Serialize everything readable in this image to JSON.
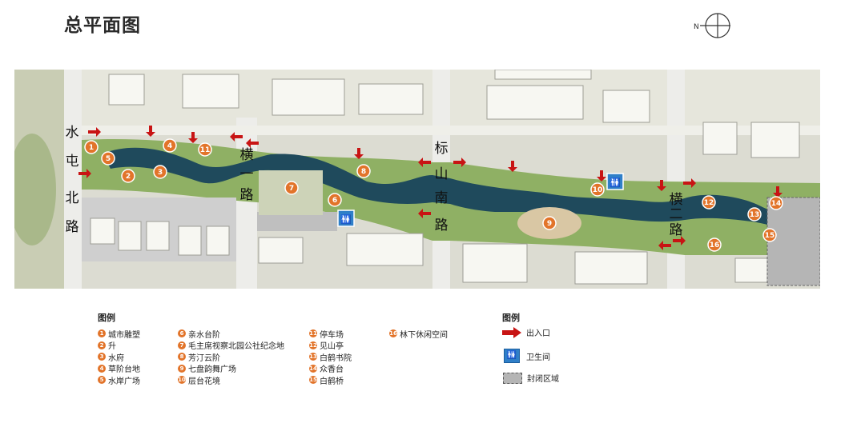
{
  "title": "总平面图",
  "compass_letter": "N",
  "roads": {
    "shuitun": [
      "水",
      "屯",
      "北",
      "路"
    ],
    "heng1": [
      "横",
      "一",
      "路"
    ],
    "biaoshan": [
      "标",
      "山",
      "南",
      "路"
    ],
    "heng2": [
      "横",
      "二",
      "路"
    ]
  },
  "markers": [
    "1",
    "2",
    "3",
    "4",
    "5",
    "6",
    "7",
    "8",
    "9",
    "10",
    "11",
    "12",
    "13",
    "14",
    "15",
    "16"
  ],
  "legend": {
    "title": "图例",
    "items": [
      {
        "num": "1",
        "label": "城市雕塑"
      },
      {
        "num": "2",
        "label": "升"
      },
      {
        "num": "3",
        "label": "水府"
      },
      {
        "num": "4",
        "label": "草阶台地"
      },
      {
        "num": "5",
        "label": "水岸广场"
      },
      {
        "num": "6",
        "label": "亲水台阶"
      },
      {
        "num": "7",
        "label": "毛主席视察北园公社纪念地"
      },
      {
        "num": "8",
        "label": "芳汀云阶"
      },
      {
        "num": "9",
        "label": "七盘韵舞广场"
      },
      {
        "num": "10",
        "label": "层台花境"
      },
      {
        "num": "11",
        "label": "停车场"
      },
      {
        "num": "12",
        "label": "见山亭"
      },
      {
        "num": "13",
        "label": "白鹤书院"
      },
      {
        "num": "14",
        "label": "众香台"
      },
      {
        "num": "15",
        "label": "白鹤桥"
      },
      {
        "num": "16",
        "label": "林下休闲空间"
      }
    ]
  },
  "legend2": {
    "title": "图例",
    "entrance": "出入口",
    "toilet": "卫生间",
    "toilet_icon": "🚻",
    "closed": "封闭区域"
  },
  "colors": {
    "marker": "#e2742a",
    "water": "#1f4a5c",
    "arrow": "#c81414",
    "toilet": "#2f7fc8"
  }
}
